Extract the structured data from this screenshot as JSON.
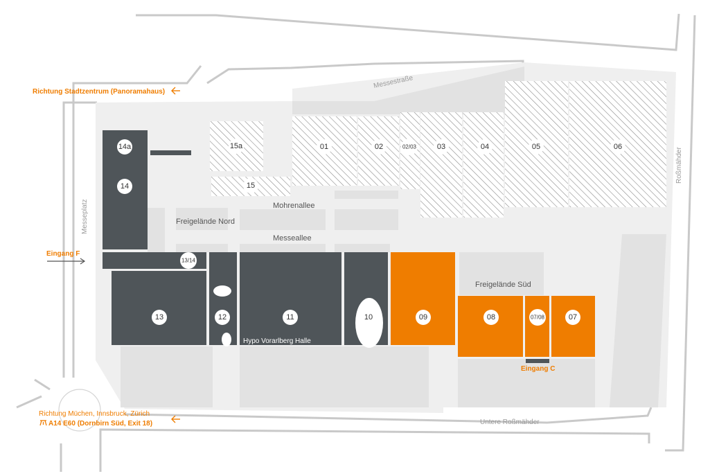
{
  "colors": {
    "hall_dark": "#4f5559",
    "hall_orange": "#ef7d00",
    "ground": "#efefef",
    "open_area": "#e2e2e2",
    "hatch": "#8c8c8c",
    "accent_text": "#ef7d00"
  },
  "directions": {
    "city_centre": "Richtung Stadtzentrum (Panoramahaus)",
    "munich_line1": "Richtung Müchen, Innsbruck, Zürich",
    "munich_line2": "A14  E60 (Dornbirn Süd, Exit 18)",
    "motorway_icon": "motorway-icon"
  },
  "streets": {
    "messestrasse": "Messestraße",
    "rossmaehder": "Roßmähder",
    "messeplatz": "Messeplatz",
    "untere_rossmaehder": "Untere Roßmähder",
    "mohrenallee": "Mohrenallee",
    "messeallee": "Messeallee"
  },
  "areas": {
    "freigelaende_nord": "Freigelände Nord",
    "freigelaende_sued": "Freigelände Süd",
    "hypo_hall": "Hypo Vorarlberg Halle"
  },
  "entrances": {
    "f": "Eingang F",
    "c": "Eingang C"
  },
  "halls": {
    "h14a": "14a",
    "h14": "14",
    "h15a": "15a",
    "h15": "15",
    "h01": "01",
    "h02": "02",
    "h0203": "02/03",
    "h03": "03",
    "h04": "04",
    "h05": "05",
    "h06": "06",
    "h1314": "13/14",
    "h13": "13",
    "h12": "12",
    "h11": "11",
    "h10": "10",
    "h09": "09",
    "h08": "08",
    "h0708": "07/08",
    "h07": "07"
  }
}
